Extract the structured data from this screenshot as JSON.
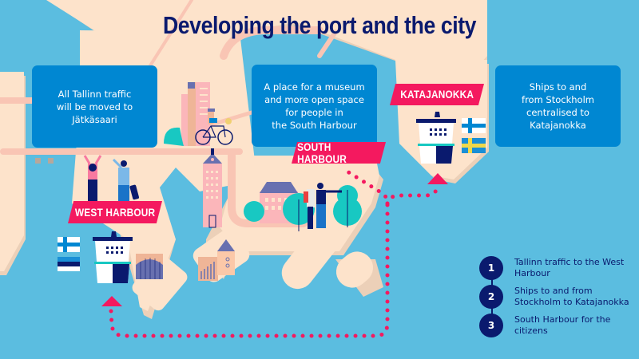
{
  "title": "Developing the port and the city",
  "colors": {
    "water": "#5bbde0",
    "land": "#fde3cb",
    "road": "#f9c5b4",
    "info_box": "#0087d2",
    "tag": "#f4195f",
    "navy": "#0a1a6e",
    "tree": "#18c8c2",
    "route_dots": "#f4195f"
  },
  "info_boxes": [
    {
      "id": "west",
      "text": "All Tallinn traffic\nwill be moved to\nJätkäsaari"
    },
    {
      "id": "south",
      "text": "A place for a museum\nand more open space\nfor people in\nthe South Harbour"
    },
    {
      "id": "katajanokka",
      "text": "Ships to and\nfrom Stockholm\ncentralised to\nKatajanokka"
    }
  ],
  "tags": {
    "west_harbour": "WEST HARBOUR",
    "south_harbour": "SOUTH HARBOUR",
    "katajanokka": "KATAJANOKKA"
  },
  "flags": {
    "west_harbour": [
      "finland-flag",
      "estonia-flag"
    ],
    "katajanokka": [
      "finland-flag",
      "sweden-flag"
    ]
  },
  "legend": [
    {
      "number": "1",
      "text": "Tallinn traffic to the West Harbour"
    },
    {
      "number": "2",
      "text": "Ships to and from Stockholm to Katajanokka"
    },
    {
      "number": "3",
      "text": "South Harbour for the citizens"
    }
  ]
}
